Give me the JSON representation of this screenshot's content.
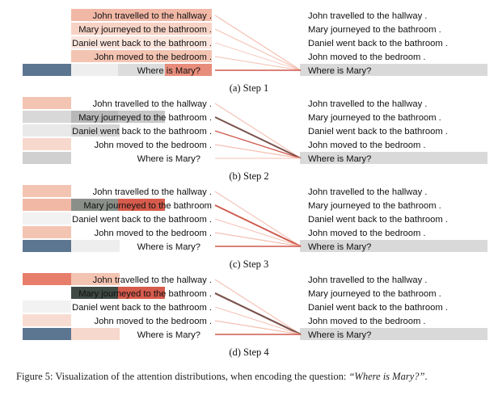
{
  "sentences": [
    "John travelled to the hallway .",
    "Mary journeyed to the bathroom .",
    "Daniel went back to the bathroom .",
    "John moved to the bedroom ."
  ],
  "question": "Where is Mary?",
  "panels": [
    {
      "caption": "(a) Step 1",
      "left_sentences": [
        "John travelled to the hallway .",
        "Mary journeyed to the bathroom .",
        "Daniel went back to the bathroom .",
        "John moved to the bedroom ."
      ],
      "right_sentences": [
        "John travelled to the hallway .",
        "Mary journeyed to the bathroom .",
        "Daniel went back to the bathroom .",
        "John moved to the bedroom ."
      ],
      "attention_weights": [
        0.35,
        0.25,
        0.18,
        0.28,
        0.55
      ],
      "heat": [
        {
          "row": 0,
          "cells": [
            {
              "x": 0,
              "w": 1,
              "color": "#f2b8a6"
            }
          ]
        },
        {
          "row": 1,
          "cells": [
            {
              "x": 0,
              "w": 1,
              "color": "#f7d3c6"
            }
          ]
        },
        {
          "row": 2,
          "cells": [
            {
              "x": 0,
              "w": 1,
              "color": "#fbe6de"
            }
          ]
        },
        {
          "row": 3,
          "cells": [
            {
              "x": 0,
              "w": 1,
              "color": "#f4c4b2"
            }
          ]
        },
        {
          "row": 4,
          "cells": [
            {
              "x": 0,
              "w": 1,
              "color": "#5c7590"
            },
            {
              "x": 1,
              "w": 1,
              "color": "#eeeeee"
            },
            {
              "x": 2,
              "w": 1,
              "color": "#dcdcdc"
            },
            {
              "x": 3,
              "w": 1,
              "color": "#e88d7b"
            }
          ]
        }
      ]
    },
    {
      "caption": "(b) Step 2",
      "left_sentences": [
        "John travelled to the hallway .",
        "Mary journeyed to the bathroom .",
        "Daniel went back to the bathroom .",
        "John moved to the bedroom ."
      ],
      "right_sentences": [
        "John travelled to the hallway .",
        "Mary journeyed to the bathroom .",
        "Daniel went back to the bathroom .",
        "John moved to the bedroom ."
      ],
      "attention_weights": [
        0.3,
        0.9,
        0.5,
        0.4,
        0.2
      ],
      "heat": [
        {
          "row": 0,
          "cells": [
            {
              "x": 0,
              "w": 1,
              "color": "#f4c4b2"
            }
          ]
        },
        {
          "row": 1,
          "cells": [
            {
              "x": 0,
              "w": 1,
              "color": "#d8d8d8"
            },
            {
              "x": 1,
              "w": 1,
              "color": "#b8b8b8"
            },
            {
              "x": 2,
              "w": 1,
              "color": "#c7c7c7"
            }
          ]
        },
        {
          "row": 2,
          "cells": [
            {
              "x": 0,
              "w": 1,
              "color": "#e9e9e9"
            },
            {
              "x": 1,
              "w": 1,
              "color": "#d6d6d6"
            }
          ]
        },
        {
          "row": 3,
          "cells": [
            {
              "x": 0,
              "w": 1,
              "color": "#f7d8cc"
            }
          ]
        },
        {
          "row": 4,
          "cells": [
            {
              "x": 0,
              "w": 1,
              "color": "#d0d0d0"
            }
          ]
        }
      ]
    },
    {
      "caption": "(c) Step 3",
      "left_sentences": [
        "John travelled to the hallway .",
        "Mary journeyed to the bathroom",
        "Daniel went back to the bathroom .",
        "John moved to the bedroom ."
      ],
      "right_sentences": [
        "John travelled to the hallway .",
        "Mary journeyed to the bathroom .",
        "Daniel went back to the bathroom .",
        "John moved to the bedroom ."
      ],
      "attention_weights": [
        0.3,
        0.8,
        0.2,
        0.35,
        0.5
      ],
      "heat": [
        {
          "row": 0,
          "cells": [
            {
              "x": 0,
              "w": 1,
              "color": "#f4c4b2"
            }
          ]
        },
        {
          "row": 1,
          "cells": [
            {
              "x": 0,
              "w": 1,
              "color": "#f2b8a6"
            },
            {
              "x": 1,
              "w": 1,
              "color": "#8a8f8a"
            },
            {
              "x": 2,
              "w": 1,
              "color": "#d65b4c"
            }
          ]
        },
        {
          "row": 2,
          "cells": [
            {
              "x": 0,
              "w": 1,
              "color": "#f2f2f2"
            }
          ]
        },
        {
          "row": 3,
          "cells": [
            {
              "x": 0,
              "w": 1,
              "color": "#f4c4b2"
            }
          ]
        },
        {
          "row": 4,
          "cells": [
            {
              "x": 0,
              "w": 1,
              "color": "#5c7590"
            },
            {
              "x": 1,
              "w": 1,
              "color": "#eeeeee"
            }
          ]
        }
      ]
    },
    {
      "caption": "(d) Step 4",
      "left_sentences": [
        "John travelled to the hallway .",
        "Mary journeyed to the bathroom .",
        "Daniel went back to the bathroom .",
        "John moved to the bedroom ."
      ],
      "right_sentences": [
        "John travelled to the hallway .",
        "Mary journeyed to the bathroom .",
        "Daniel went back to the bathroom .",
        "John moved to the bedroom ."
      ],
      "attention_weights": [
        0.35,
        0.95,
        0.25,
        0.4,
        0.5
      ],
      "heat": [
        {
          "row": 0,
          "cells": [
            {
              "x": 0,
              "w": 1,
              "color": "#e77e6b"
            },
            {
              "x": 1,
              "w": 1,
              "color": "#f4c4b2"
            }
          ]
        },
        {
          "row": 1,
          "cells": [
            {
              "x": 0,
              "w": 1,
              "color": "#ffffff"
            },
            {
              "x": 1,
              "w": 1,
              "color": "#3f4a45"
            },
            {
              "x": 2,
              "w": 1,
              "color": "#d65b4c"
            }
          ]
        },
        {
          "row": 2,
          "cells": [
            {
              "x": 0,
              "w": 1,
              "color": "#f2f2f2"
            }
          ]
        },
        {
          "row": 3,
          "cells": [
            {
              "x": 0,
              "w": 1,
              "color": "#f8dcd2"
            }
          ]
        },
        {
          "row": 4,
          "cells": [
            {
              "x": 0,
              "w": 1,
              "color": "#5c7590"
            },
            {
              "x": 1,
              "w": 1,
              "color": "#f7d8cc"
            }
          ]
        }
      ]
    }
  ],
  "figure_caption": {
    "prefix": "Figure 5: Visualization of the attention distributions, when encoding the question: ",
    "quote": "“Where is Mary?”",
    "suffix": "."
  },
  "colors": {
    "line_light": "#f3b9aa",
    "line_strong": "#c9473a",
    "line_dark": "#6a3e38",
    "right_highlight": "#d9d9d9"
  }
}
